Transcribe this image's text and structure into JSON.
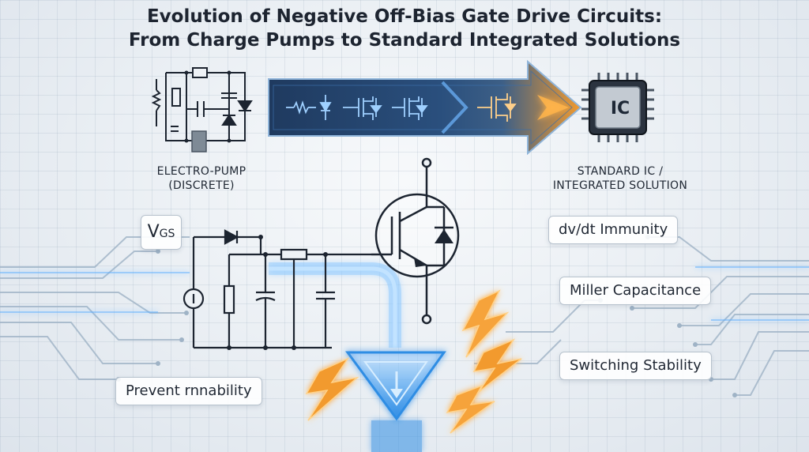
{
  "title": {
    "line1": "Evolution of Negative Off-Bias Gate Drive Circuits:",
    "line2": "From Charge Pumps to Standard Integrated Solutions"
  },
  "left_block": {
    "caption_line1": "ELECTRO-PUMP",
    "caption_line2": "(DISCRETE)"
  },
  "right_block": {
    "chip_label": "IC",
    "caption_line1": "STANDARD IC /",
    "caption_line2": "INTEGRATED SOLUTION"
  },
  "labels": {
    "vgs_main": "V",
    "vgs_sub": "GS",
    "dvdt": "dv/dt Immunity",
    "miller": "Miller Capacitance",
    "switching": "Switching Stability",
    "prevent": "Prevent rnnability"
  },
  "colors": {
    "accent_blue": "#2f8de4",
    "accent_orange": "#f29a2e",
    "circuit_dark": "#1c2430"
  }
}
